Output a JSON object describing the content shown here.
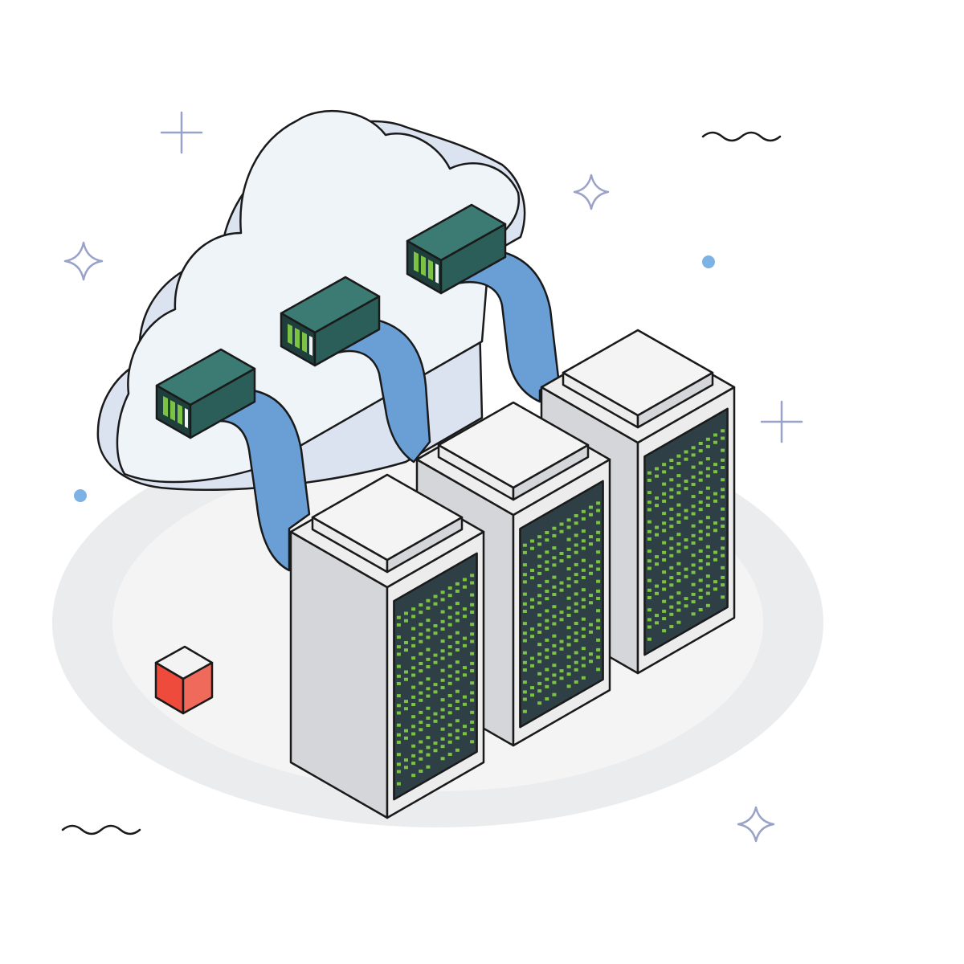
{
  "illustration": {
    "subject": "cloud-server-connection",
    "server_count": 3,
    "connector_count": 3
  },
  "colors": {
    "background": "#ffffff",
    "platform_outer": "#ebecee",
    "platform_inner": "#f4f4f5",
    "cloud_front": "#eff4f9",
    "cloud_side": "#dbe2f0",
    "cable": "#6a9fd6",
    "connector_top": "#3b7b74",
    "connector_side": "#2b5e58",
    "connector_port": "#1f3f3d",
    "led_green": "#7cc243",
    "led_white": "#f3f3f3",
    "server_front": "#d5d6d9",
    "server_side": "#ececed",
    "server_top": "#eeeeef",
    "server_cap": "#f4f4f5",
    "server_panel": "#2e3f45",
    "server_led": "#7cc243",
    "outline": "#1a1a1a",
    "cube_red": "#ef4b3d",
    "cube_top": "#f3f3f3",
    "sparkle": "#9aa2c7",
    "dot": "#7db2e4",
    "squiggle": "#1a1a1a"
  },
  "icons": {
    "cloud": "cloud-shape",
    "server": "server-tower-icon",
    "connector": "network-connector-icon",
    "cube": "cube-icon",
    "sparkle": "sparkle-star-icon",
    "plus": "plus-sparkle-icon",
    "dot": "dot-icon",
    "squiggle": "squiggle-line-icon"
  }
}
